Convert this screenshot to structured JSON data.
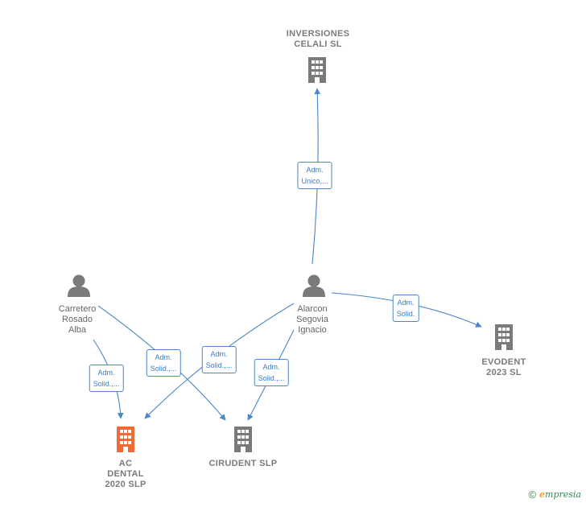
{
  "colors": {
    "edge": "#4a86c8",
    "company": "#7a7a7a",
    "company_highlight": "#f06a35",
    "person": "#7a7a7a"
  },
  "nodes": {
    "inversiones_celali": {
      "label": "INVERSIONES\nCELALI  SL",
      "type": "company",
      "icon": "building-icon"
    },
    "evodent": {
      "label": "EVODENT\n2023  SL",
      "type": "company",
      "icon": "building-icon"
    },
    "ac_dental": {
      "label": "AC\nDENTAL\n2020  SLP",
      "type": "company",
      "icon": "building-icon",
      "highlight": true
    },
    "cirudent": {
      "label": "CIRUDENT  SLP",
      "type": "company",
      "icon": "building-icon"
    },
    "alarcon": {
      "label": "Alarcon\nSegovia\nIgnacio",
      "type": "person",
      "icon": "person-icon"
    },
    "carretero": {
      "label": "Carretero\nRosado\nAlba",
      "type": "person",
      "icon": "person-icon"
    }
  },
  "edges": {
    "alarcon_celali": {
      "label": "Adm.\nUnico,..."
    },
    "alarcon_evodent": {
      "label": "Adm.\nSolid."
    },
    "alarcon_acdental": {
      "label": "Adm.\nSolid.,..."
    },
    "alarcon_cirudent": {
      "label": "Adm.\nSolid.,..."
    },
    "carretero_acdental": {
      "label": "Adm.\nSolid.,..."
    },
    "carretero_cirudent": {
      "label": "Adm.\nSolid.,..."
    }
  },
  "footer": {
    "copyright_symbol": "©",
    "brand_first": "e",
    "brand_rest": "mpresia"
  }
}
